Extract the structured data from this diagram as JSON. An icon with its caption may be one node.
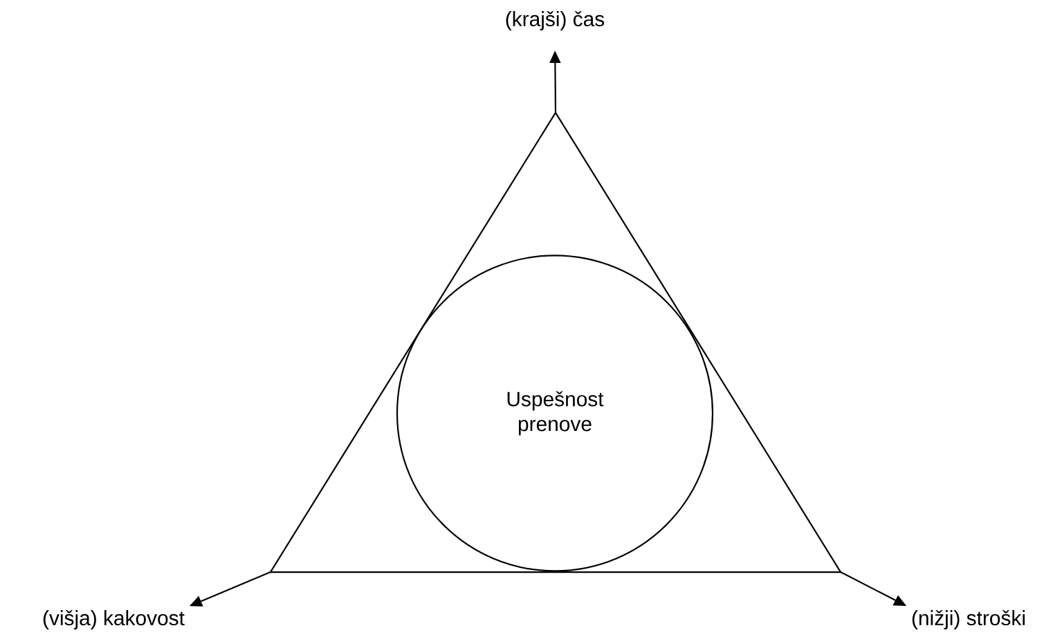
{
  "diagram": {
    "nodes": [
      {
        "text": [
          "(krajši) čas"
        ]
      },
      {
        "text": [],
        "shape": "triangle"
      },
      {
        "text": [
          "Uspešnost prenove"
        ],
        "in": 1
      },
      {
        "text": [
          "(višja) kakovost"
        ]
      },
      {
        "text": [
          "(nižji) stroški"
        ]
      }
    ],
    "edges": [
      {
        "from": 1,
        "to": 0,
        "arrow": "to"
      },
      {
        "from": 1,
        "to": 3,
        "arrow": "to"
      },
      {
        "from": 1,
        "to": 4,
        "arrow": "to"
      }
    ]
  }
}
